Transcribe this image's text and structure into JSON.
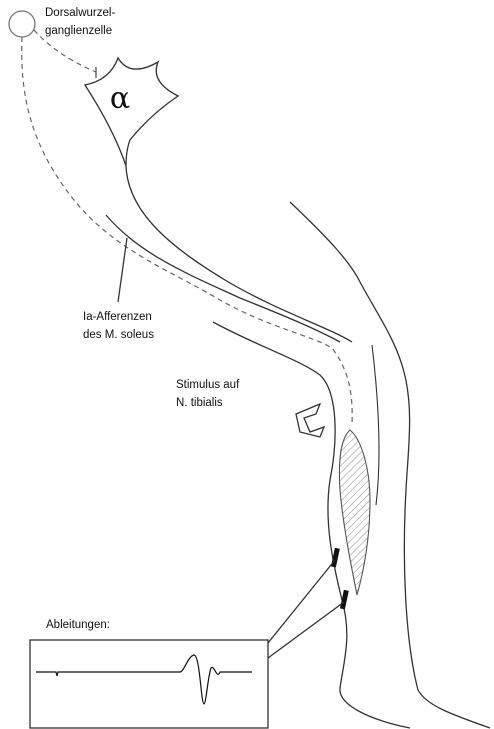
{
  "labels": {
    "ganglion_line1": "Dorsalwurzel-",
    "ganglion_line2": "ganglienzelle",
    "motoneuron_symbol": "α",
    "afferent_line1": "Ia-Afferenzen",
    "afferent_line2": "des M. soleus",
    "stimulus_line1": "Stimulus auf",
    "stimulus_line2": "N. tibialis",
    "recordings": "Ableitungen:"
  },
  "colors": {
    "stroke": "#333333",
    "afferent_dash": "#666666",
    "electrode": "#111111",
    "muscle_hatch": "#888888"
  }
}
